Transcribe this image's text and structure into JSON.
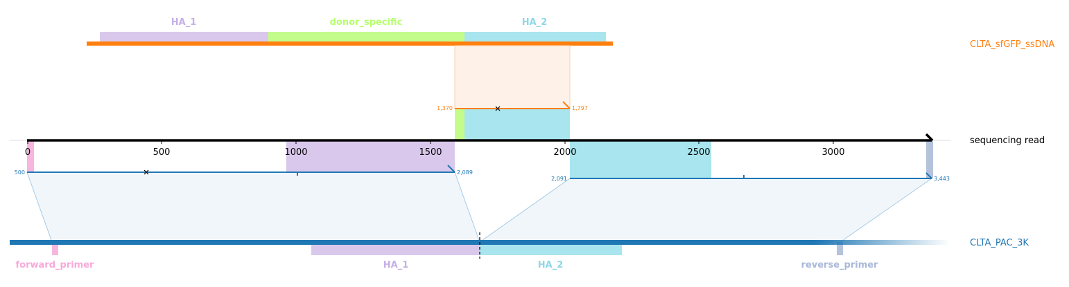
{
  "donor": {
    "name": "CLTA_sfGFP_ssDNA",
    "color": "#ff7f0e",
    "features": [
      {
        "name": "HA_1",
        "color": "#c5b0e6"
      },
      {
        "name": "donor_specific",
        "color": "#b6ff6e"
      },
      {
        "name": "HA_2",
        "color": "#8ed8e6"
      }
    ],
    "alignment": {
      "start_label": "1,370",
      "end_label": "1,797"
    }
  },
  "read": {
    "name": "sequencing read",
    "ticks": [
      "0",
      "500",
      "1000",
      "1500",
      "2000",
      "2500",
      "3000"
    ],
    "color": "#000000"
  },
  "target": {
    "name": "CLTA_PAC_3K",
    "color": "#1f77b4",
    "features": [
      {
        "name": "forward_primer",
        "color": "#f7a8d8"
      },
      {
        "name": "HA_1",
        "color": "#c5b0e6"
      },
      {
        "name": "HA_2",
        "color": "#8ed8e6"
      },
      {
        "name": "reverse_primer",
        "color": "#a8b8d8"
      }
    ],
    "alignments": [
      {
        "start_label": "500",
        "end_label": "2,089"
      },
      {
        "start_label": "2,091",
        "end_label": "3,443"
      }
    ]
  }
}
